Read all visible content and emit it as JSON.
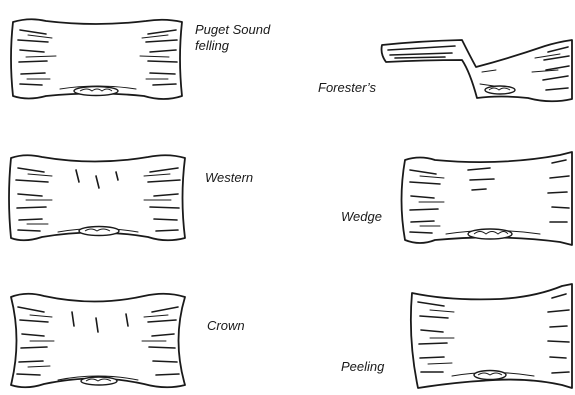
{
  "axe_heads": [
    {
      "id": "puget-sound-felling",
      "label_lines": [
        "Puget Sound",
        "felling"
      ]
    },
    {
      "id": "foresters",
      "label_lines": [
        "Forester’s"
      ]
    },
    {
      "id": "western",
      "label_lines": [
        "Western"
      ]
    },
    {
      "id": "wedge",
      "label_lines": [
        "Wedge"
      ]
    },
    {
      "id": "crown",
      "label_lines": [
        "Crown"
      ]
    },
    {
      "id": "peeling",
      "label_lines": [
        "Peeling"
      ]
    }
  ]
}
